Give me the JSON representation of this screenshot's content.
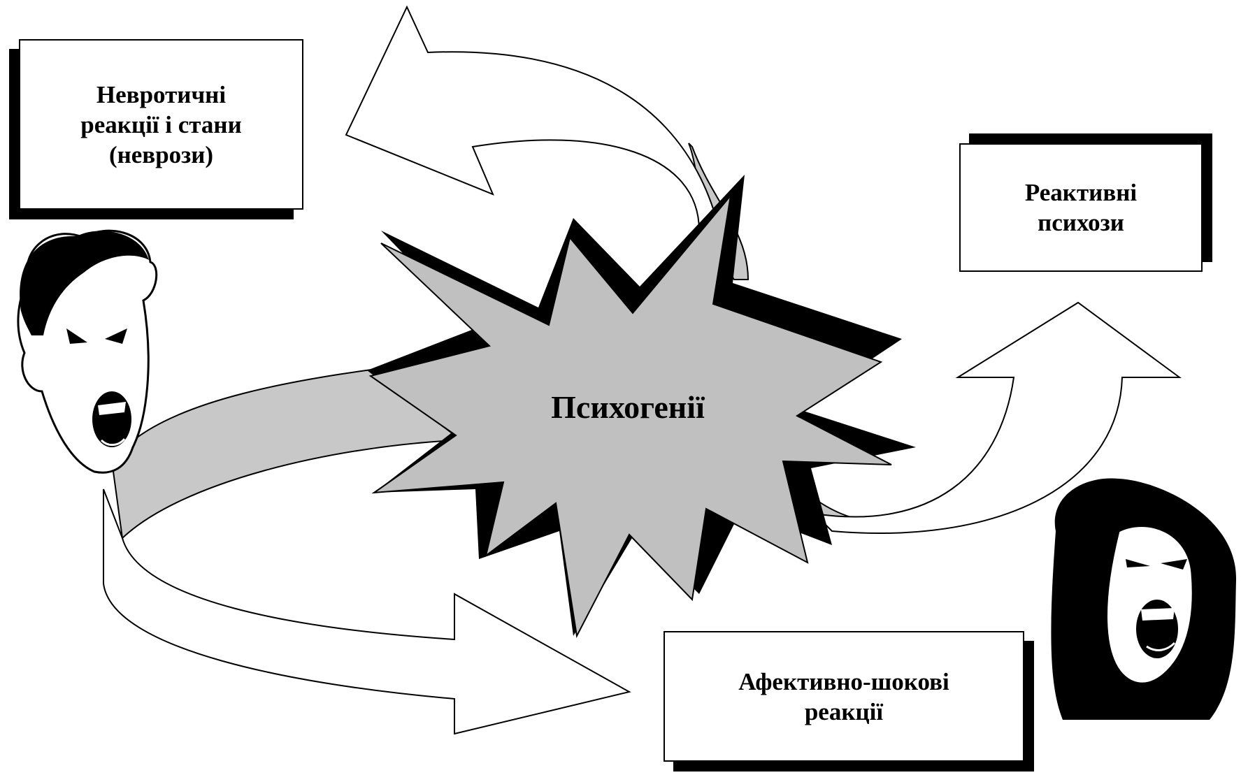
{
  "center": {
    "label": "Психогенії"
  },
  "boxes": {
    "neurotic": {
      "label": "Невротичні\nреакції і стани\n(неврози)"
    },
    "reactive": {
      "label": "Реактивні\nпсихози"
    },
    "affective": {
      "label": "Афективно-шокові\nреакції"
    }
  },
  "colors": {
    "starfill": "#c0c0c0",
    "shadow": "#000000",
    "arrowfill": "#ffffff",
    "bandfill": "#c8c8c8"
  },
  "icons": {
    "man": "screaming-man-face-icon",
    "woman": "screaming-woman-face-icon"
  }
}
